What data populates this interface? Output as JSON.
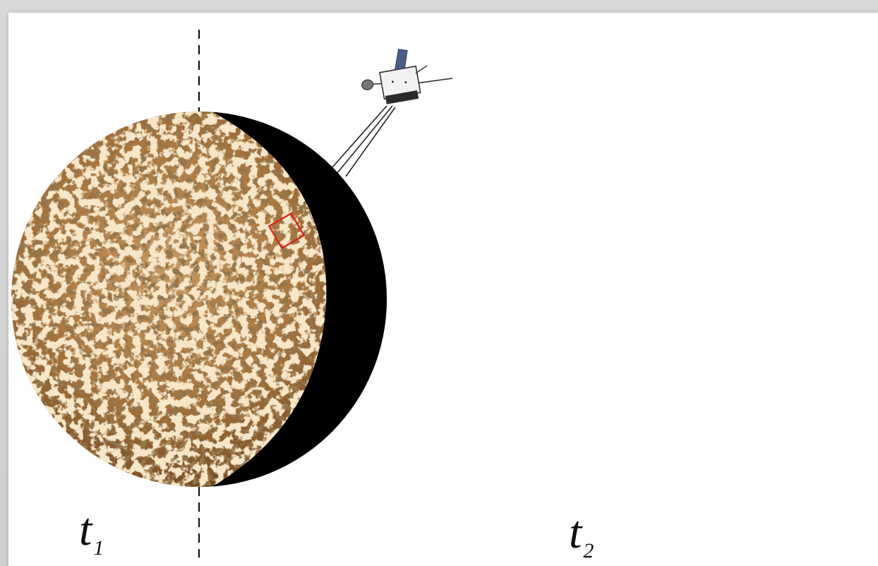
{
  "panels": [
    {
      "time_symbol": "t",
      "time_subscript": "1"
    },
    {
      "time_symbol": "t",
      "time_subscript": "2"
    }
  ],
  "colors": {
    "planet_light": "#d6b47c",
    "planet_mid": "#a9763f",
    "planet_dark": "#5e3a18",
    "night_side": "#000000",
    "target_box": "#d8261e",
    "axis_line": "#111111"
  },
  "icons": [
    "spacecraft-icon",
    "planet-globe",
    "target-box",
    "rotation-axis"
  ]
}
